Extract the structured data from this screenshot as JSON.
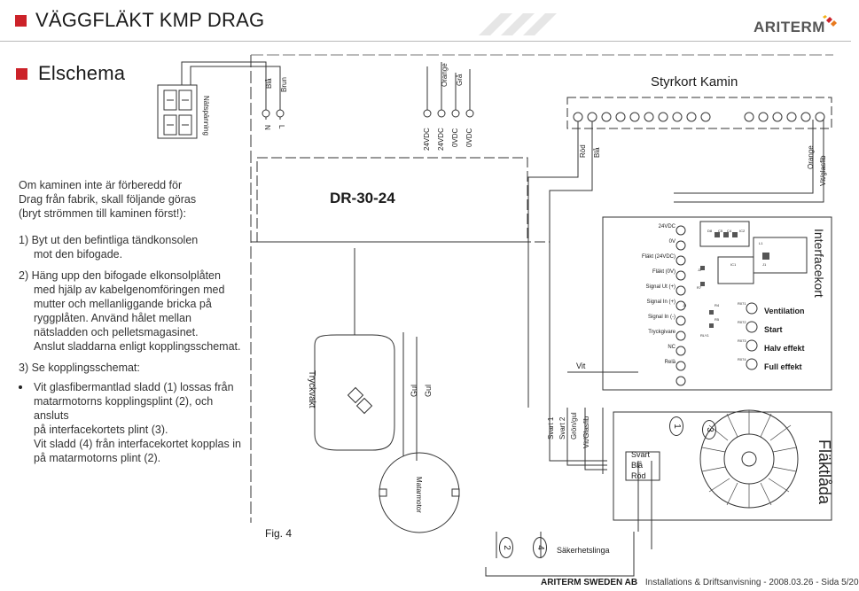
{
  "header": {
    "title": "VÄGGFLÄKT KMP DRAG",
    "logo": "ARITERM",
    "accent": "#cc2229"
  },
  "section": {
    "title": "Elschema"
  },
  "instructions": {
    "intro": [
      "Om kaminen inte är förberedd för",
      "Drag från fabrik, skall följande göras",
      "(bryt strömmen till kaminen först!):"
    ],
    "step1": [
      "1)  Byt ut den befintliga tändkonsolen",
      "mot den bifogade."
    ],
    "step2": [
      "2)  Häng upp den bifogade elkonsolplåten",
      "med hjälp av kabelgenomföringen med",
      "mutter och mellanliggande bricka på",
      "ryggplåten. Använd hålet mellan",
      "nätsladden och pelletsmagasinet.",
      "Anslut sladdarna enligt kopplingsschemat."
    ],
    "step3_title": "3)  Se kopplingsschemat:",
    "bullet": [
      "Vit glasfibermantlad sladd (1) lossas från",
      "matarmotorns kopplingsplint (2), och ansluts",
      "på interfacekortets plint (3).",
      "Vit sladd (4) från interfacekortet kopplas in",
      "på matarmotorns plint (2)."
    ]
  },
  "diagram": {
    "natspanning": "Nätspänning",
    "psu_top": [
      "Blå",
      "Brun",
      "Orange",
      "Grå"
    ],
    "psu_bottom": [
      "N",
      "L",
      "24VDC",
      "24VDC",
      "0VDC",
      "0VDC"
    ],
    "psu_name": "DR-30-24",
    "styrkort": "Styrkort Kamin",
    "styrkort_wires": [
      "Röd",
      "Blå",
      "Orange",
      "Vit/glasfib"
    ],
    "tryckvakt": "Tryckvakt",
    "gul1": "Gul",
    "gul2": "Gul",
    "matarmotor": "Matarmotor",
    "vit": "Vit",
    "fan_wires": [
      "Svart 1",
      "Svart 2",
      "Grön/gul",
      "Vit/Glasfib"
    ],
    "interface_labels": [
      "24VDC",
      "0V",
      "Fläkt (24VDC)",
      "Fläkt (0V)",
      "Signal Ut (+)",
      "Signal In (+)",
      "Signal In (-)",
      "Tryckgivare",
      "NC",
      "Relä"
    ],
    "interface_buttons": [
      "Ventilation",
      "Start",
      "Halv effekt",
      "Full effekt"
    ],
    "interfacekort": "Interfacekort",
    "comp_labels": [
      "D8",
      "C5",
      "C4",
      "IC2",
      "L1",
      "IC1",
      "R7",
      "R4",
      "R5",
      "RLY1",
      "R071",
      "R072",
      "R073",
      "R074",
      "J1",
      "J2",
      "J3"
    ],
    "fan_box_wires": [
      "Svart",
      "Blå",
      "Röd"
    ],
    "circled": [
      "1",
      "3",
      "2",
      "4"
    ],
    "fan_box": "Fläktlåda",
    "sakerhetslinga": "Säkerhetslinga",
    "fig": "Fig. 4"
  },
  "footer": {
    "brand": "ARITERM SWEDEN AB",
    "text": "Installations & Driftsanvisning - 2008.03.26 - Sida 5/20"
  }
}
